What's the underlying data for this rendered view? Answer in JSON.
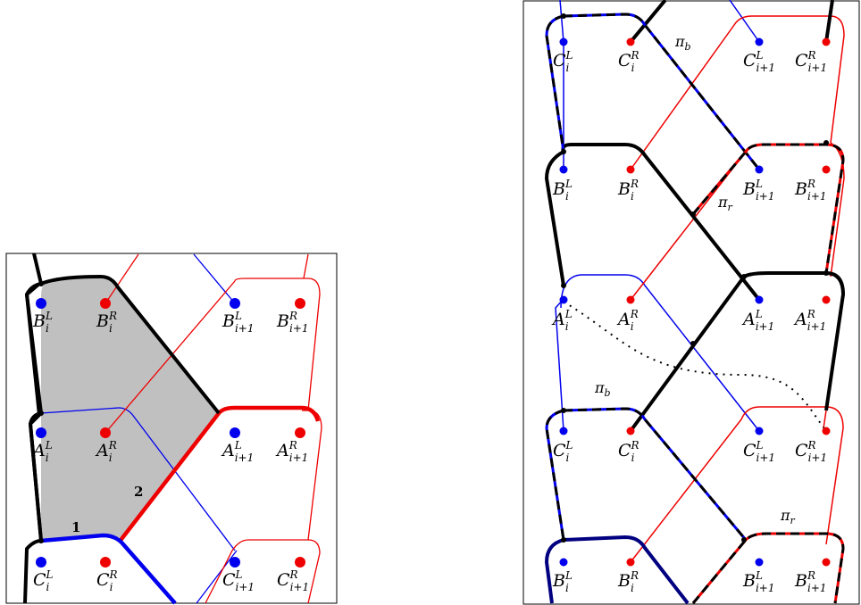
{
  "colors": {
    "blue": "#0000ee",
    "red": "#ee0000",
    "black": "#000000",
    "shade": "#c0c0c0"
  },
  "left_panel": {
    "labels": {
      "B_i_L": {
        "base": "B",
        "sup": "L",
        "sub": "i"
      },
      "B_i_R": {
        "base": "B",
        "sup": "R",
        "sub": "i"
      },
      "B_i1_L": {
        "base": "B",
        "sup": "L",
        "sub": "i+1"
      },
      "B_i1_R": {
        "base": "B",
        "sup": "R",
        "sub": "i+1"
      },
      "A_i_L": {
        "base": "A",
        "sup": "L",
        "sub": "i"
      },
      "A_i_R": {
        "base": "A",
        "sup": "R",
        "sub": "i"
      },
      "A_i1_L": {
        "base": "A",
        "sup": "L",
        "sub": "i+1"
      },
      "A_i1_R": {
        "base": "A",
        "sup": "R",
        "sub": "i+1"
      },
      "C_i_L": {
        "base": "C",
        "sup": "L",
        "sub": "i"
      },
      "C_i_R": {
        "base": "C",
        "sup": "R",
        "sub": "i"
      },
      "C_i1_L": {
        "base": "C",
        "sup": "L",
        "sub": "i+1"
      },
      "C_i1_R": {
        "base": "C",
        "sup": "R",
        "sub": "i+1"
      }
    },
    "markers": {
      "one": "1",
      "two": "2"
    }
  },
  "right_panel": {
    "labels": {
      "C1_i_L": {
        "base": "C",
        "sup": "L",
        "sub": "i"
      },
      "C1_i_R": {
        "base": "C",
        "sup": "R",
        "sub": "i"
      },
      "C1_i1_L": {
        "base": "C",
        "sup": "L",
        "sub": "i+1"
      },
      "C1_i1_R": {
        "base": "C",
        "sup": "R",
        "sub": "i+1"
      },
      "B1_i_L": {
        "base": "B",
        "sup": "L",
        "sub": "i"
      },
      "B1_i_R": {
        "base": "B",
        "sup": "R",
        "sub": "i"
      },
      "B1_i1_L": {
        "base": "B",
        "sup": "L",
        "sub": "i+1"
      },
      "B1_i1_R": {
        "base": "B",
        "sup": "R",
        "sub": "i+1"
      },
      "A_i_L": {
        "base": "A",
        "sup": "L",
        "sub": "i"
      },
      "A_i_R": {
        "base": "A",
        "sup": "R",
        "sub": "i"
      },
      "A_i1_L": {
        "base": "A",
        "sup": "L",
        "sub": "i+1"
      },
      "A_i1_R": {
        "base": "A",
        "sup": "R",
        "sub": "i+1"
      },
      "C2_i_L": {
        "base": "C",
        "sup": "L",
        "sub": "i"
      },
      "C2_i_R": {
        "base": "C",
        "sup": "R",
        "sub": "i"
      },
      "C2_i1_L": {
        "base": "C",
        "sup": "L",
        "sub": "i+1"
      },
      "C2_i1_R": {
        "base": "C",
        "sup": "R",
        "sub": "i+1"
      },
      "B2_i_L": {
        "base": "B",
        "sup": "L",
        "sub": "i"
      },
      "B2_i_R": {
        "base": "B",
        "sup": "R",
        "sub": "i"
      },
      "B2_i1_L": {
        "base": "B",
        "sup": "L",
        "sub": "i+1"
      },
      "B2_i1_R": {
        "base": "B",
        "sup": "R",
        "sub": "i+1"
      }
    },
    "paths": {
      "pi_b_top": {
        "base": "π",
        "sub": "b"
      },
      "pi_r_mid": {
        "base": "π",
        "sub": "r"
      },
      "pi_b_low": {
        "base": "π",
        "sub": "b"
      },
      "pi_r_low": {
        "base": "π",
        "sub": "r"
      }
    }
  }
}
